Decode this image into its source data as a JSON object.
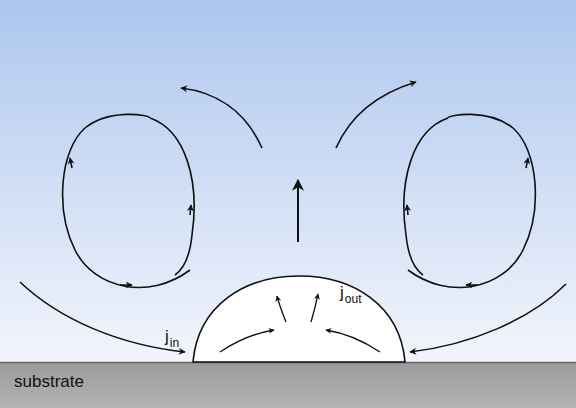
{
  "diagram": {
    "nodes": [
      {
        "text": [
          "substrate"
        ]
      }
    ],
    "labels": [
      "j",
      "in",
      "j",
      "out"
    ]
  }
}
